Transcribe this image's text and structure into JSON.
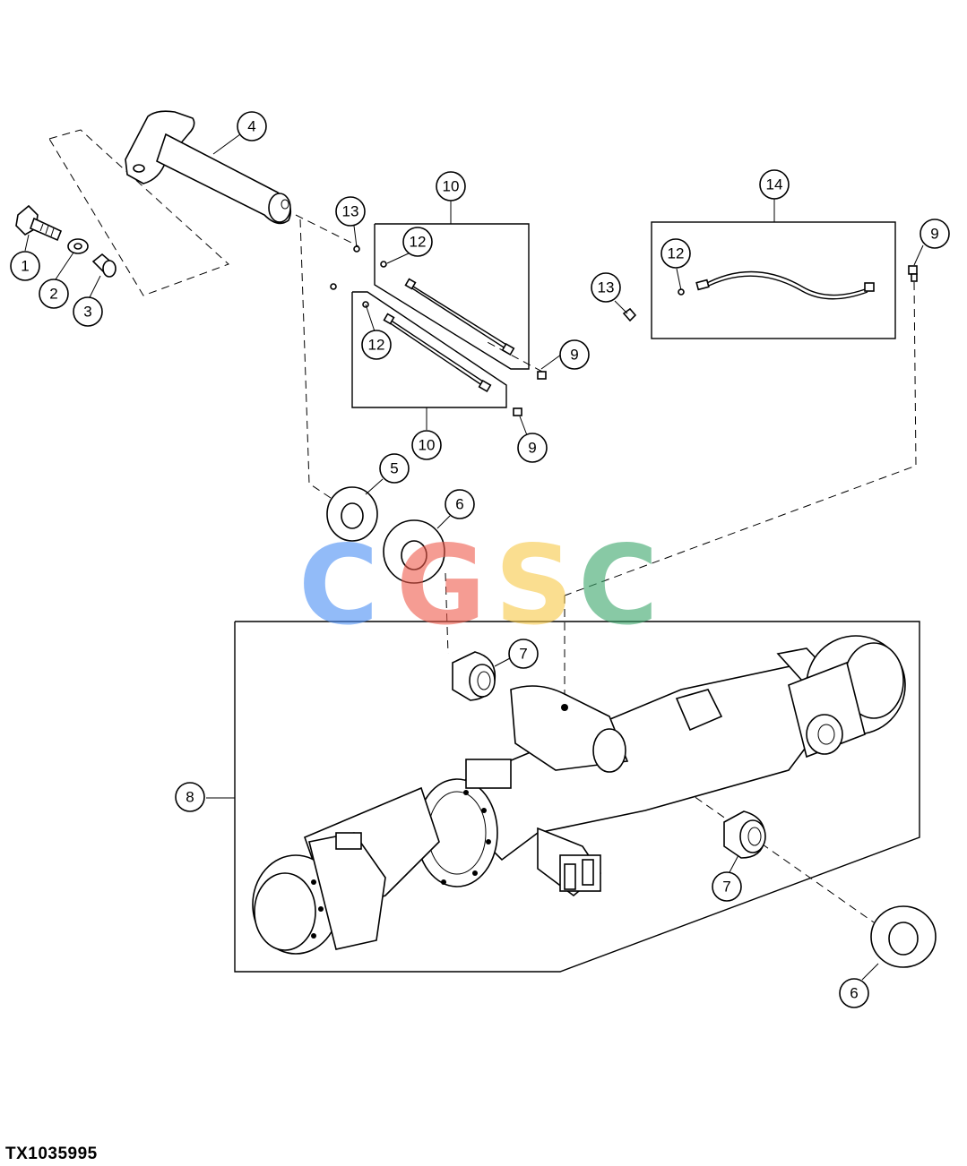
{
  "figure_id": "TX1035995",
  "watermark": {
    "letters": [
      {
        "char": "C",
        "color": "#4a8ef5"
      },
      {
        "char": "G",
        "color": "#ef5b4c"
      },
      {
        "char": "S",
        "color": "#f7c948"
      },
      {
        "char": "C",
        "color": "#3aa66b"
      }
    ]
  },
  "callouts": [
    {
      "id": "c1",
      "label": "1"
    },
    {
      "id": "c2",
      "label": "2"
    },
    {
      "id": "c3",
      "label": "3"
    },
    {
      "id": "c4",
      "label": "4"
    },
    {
      "id": "c5",
      "label": "5"
    },
    {
      "id": "c6a",
      "label": "6"
    },
    {
      "id": "c6b",
      "label": "6"
    },
    {
      "id": "c7a",
      "label": "7"
    },
    {
      "id": "c7b",
      "label": "7"
    },
    {
      "id": "c8",
      "label": "8"
    },
    {
      "id": "c9a",
      "label": "9"
    },
    {
      "id": "c9b",
      "label": "9"
    },
    {
      "id": "c9c",
      "label": "9"
    },
    {
      "id": "c10a",
      "label": "10"
    },
    {
      "id": "c10b",
      "label": "10"
    },
    {
      "id": "c12a",
      "label": "12"
    },
    {
      "id": "c12b",
      "label": "12"
    },
    {
      "id": "c12c",
      "label": "12"
    },
    {
      "id": "c13a",
      "label": "13"
    },
    {
      "id": "c13b",
      "label": "13"
    },
    {
      "id": "c14",
      "label": "14"
    }
  ]
}
